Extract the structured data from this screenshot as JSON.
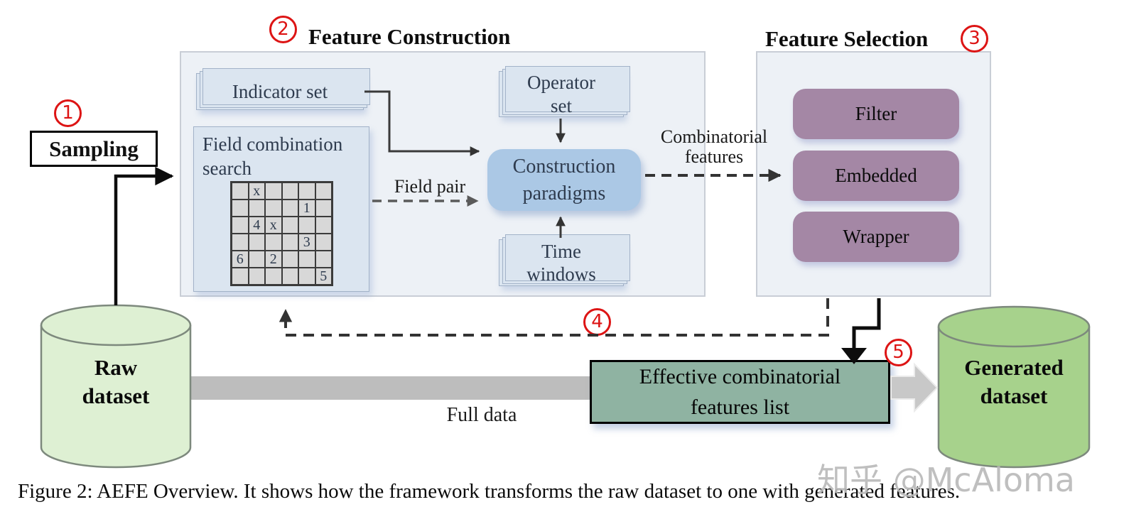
{
  "titles": {
    "feature_construction": "Feature Construction",
    "feature_selection": "Feature Selection"
  },
  "step_numbers": {
    "s1": "1",
    "s2": "2",
    "s3": "3",
    "s4": "4",
    "s5": "5"
  },
  "boxes": {
    "sampling": "Sampling",
    "indicator_set": "Indicator  set",
    "field_combination_search": "Field combination search",
    "operator_set": "Operator\nset",
    "construction_paradigms": "Construction\nparadigms",
    "time_windows": "Time\nwindows",
    "filter": "Filter",
    "embedded": "Embedded",
    "wrapper": "Wrapper",
    "effective_list": "Effective combinatorial\nfeatures list"
  },
  "labels": {
    "field_pair": "Field pair",
    "combinatorial_features": "Combinatorial\nfeatures",
    "full_data": "Full data"
  },
  "cylinders": {
    "raw_dataset": "Raw\ndataset",
    "generated_dataset": "Generated\ndataset"
  },
  "grid": {
    "rows": [
      [
        "",
        "x",
        "",
        "",
        "",
        ""
      ],
      [
        "",
        "",
        "",
        "",
        "1",
        ""
      ],
      [
        "",
        "4",
        "x",
        "",
        "",
        ""
      ],
      [
        "",
        "",
        "",
        "",
        "3",
        ""
      ],
      [
        "6",
        "",
        "2",
        "",
        "",
        ""
      ],
      [
        "",
        "",
        "",
        "",
        "",
        "5"
      ]
    ]
  },
  "watermark": "知乎 @McAloma",
  "caption": "Figure 2: AEFE Overview. It shows how the framework transforms the raw dataset to one with generated features.",
  "colors": {
    "accent_red": "#dd1414",
    "panel_fill": "#edf1f6",
    "light_blue_box": "#dbe5f0",
    "paradigm_blue": "#abc8e5",
    "selection_mauve": "#a487a5",
    "effective_teal": "#8fb3a2",
    "raw_cylinder_green": "#def0d3",
    "generated_cylinder_green": "#a7d28c",
    "full_data_gray": "#bdbdbd"
  }
}
